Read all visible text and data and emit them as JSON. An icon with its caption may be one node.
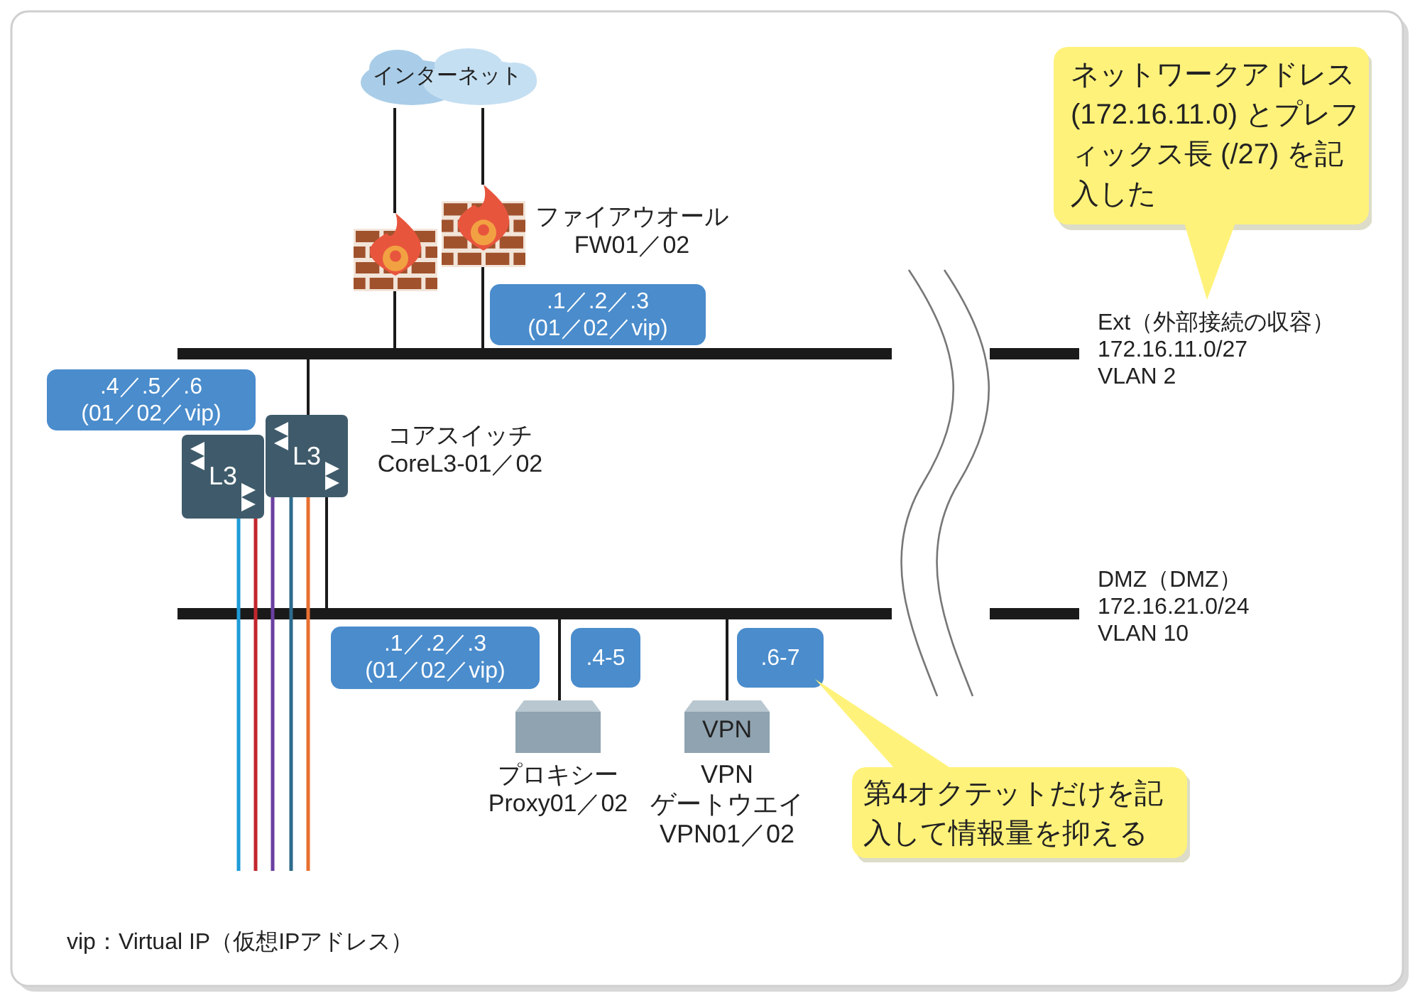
{
  "diagram": {
    "nodes": [
      {
        "text": [
          "インターネット"
        ]
      },
      {
        "text": [],
        "shape": "picture"
      },
      {
        "text": [],
        "shape": "picture",
        "beside": [
          "ファイアウオール",
          "FW01／02"
        ]
      },
      {
        "text": [],
        "shape": "bar",
        "beside": [
          "Ext（外部接続の収容）",
          "172.16.11.0/27",
          "VLAN 2"
        ]
      },
      {
        "text": [
          ".1／.2／.3 (01／02／vip)"
        ]
      },
      {
        "text": [
          ".4／.5／.6 (01／02／vip)"
        ]
      },
      {
        "text": [
          "L3"
        ]
      },
      {
        "text": [
          "L3"
        ],
        "beside": [
          "コアスイッチ",
          "CoreL3-01／02"
        ]
      },
      {
        "text": [],
        "shape": "bar",
        "beside": [
          "DMZ（DMZ）",
          "172.16.21.0/24",
          "VLAN 10"
        ]
      },
      {
        "text": [
          ".1／.2／.3 (01／02／vip)"
        ]
      },
      {
        "text": [
          ".4-5"
        ]
      },
      {
        "text": [
          ".6-7"
        ]
      },
      {
        "text": [],
        "shape": "box",
        "beside": [
          "プロキシー",
          "Proxy01／02"
        ]
      },
      {
        "text": [
          "VPN"
        ],
        "beside": [
          "VPN",
          "ゲートウエイ",
          "VPN01／02"
        ]
      },
      {
        "text": [
          "ネットワークアドレス(172.16.11.0) とプレフィックス長 (/27) を記入した"
        ]
      },
      {
        "text": [
          "第4オクテットだけを記入して情報量を抑える"
        ]
      }
    ],
    "edges": [
      {
        "from": 0,
        "to": 1,
        "arrow": "none"
      },
      {
        "from": 1,
        "to": 3,
        "arrow": "none"
      },
      {
        "from": 0,
        "to": 2,
        "arrow": "none"
      },
      {
        "from": 2,
        "to": 3,
        "arrow": "none"
      },
      {
        "from": 3,
        "to": 7,
        "arrow": "none"
      },
      {
        "from": 7,
        "to": 8,
        "arrow": "none"
      },
      {
        "from": 8,
        "to": 12,
        "arrow": "none"
      },
      {
        "from": 8,
        "to": 13,
        "arrow": "none"
      },
      {
        "from": 6,
        "to": null,
        "arrow": "none",
        "color": "#1e9bd7"
      },
      {
        "from": 6,
        "to": null,
        "arrow": "none",
        "color": "#c1272d"
      },
      {
        "from": 7,
        "to": null,
        "arrow": "none",
        "color": "#6b3fa0"
      },
      {
        "from": 7,
        "to": null,
        "arrow": "none",
        "color": "#2e6b8c"
      },
      {
        "from": 7,
        "to": null,
        "arrow": "none",
        "color": "#e87030"
      }
    ],
    "labels": [
      "vip：Virtual IP（仮想IPアドレス）"
    ]
  }
}
